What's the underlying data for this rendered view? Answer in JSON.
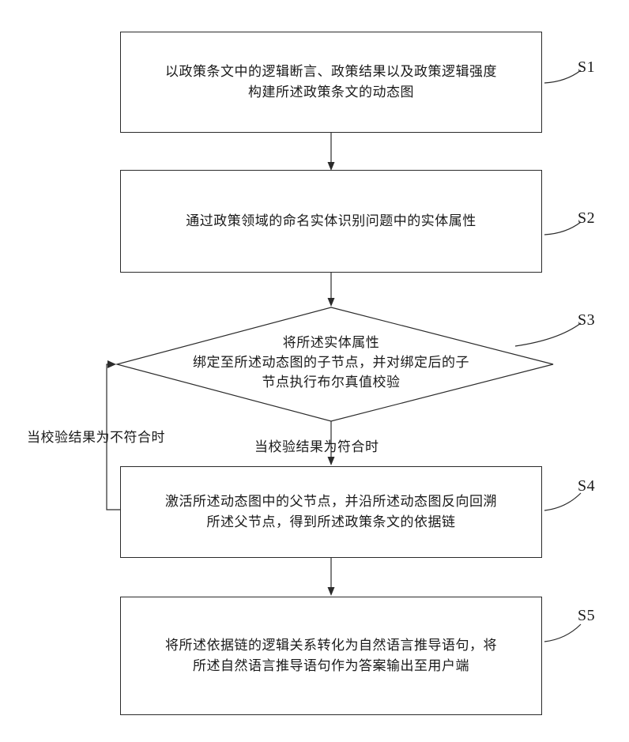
{
  "figure": {
    "background": "#ffffff",
    "line_color": "#2b2b2b",
    "text_color": "#1a1a1a"
  },
  "steps": [
    {
      "ref": "S1",
      "shape": "rect",
      "lines": [
        "以政策条文中的逻辑断言、政策结果以及政策逻辑强度",
        "构建所述政策条文的动态图"
      ]
    },
    {
      "ref": "S2",
      "shape": "rect",
      "lines": [
        "通过政策领域的命名实体识别问题中的实体属性"
      ]
    },
    {
      "ref": "S3",
      "shape": "diamond",
      "lines": [
        "将所述实体属性",
        "绑定至所述动态图的子节点，并对绑定后的子",
        "节点执行布尔真值校验"
      ]
    },
    {
      "ref": "S4",
      "shape": "rect",
      "lines": [
        "激活所述动态图中的父节点，并沿所述动态图反向回溯",
        "所述父节点，得到所述政策条文的依据链"
      ]
    },
    {
      "ref": "S5",
      "shape": "rect",
      "lines": [
        "将所述依据链的逻辑关系转化为自然语言推导语句，将",
        "所述自然语言推导语句作为答案输出至用户端"
      ]
    }
  ],
  "branch_labels": {
    "fail": "当校验结果为不符合时",
    "pass": "当校验结果为符合时"
  }
}
